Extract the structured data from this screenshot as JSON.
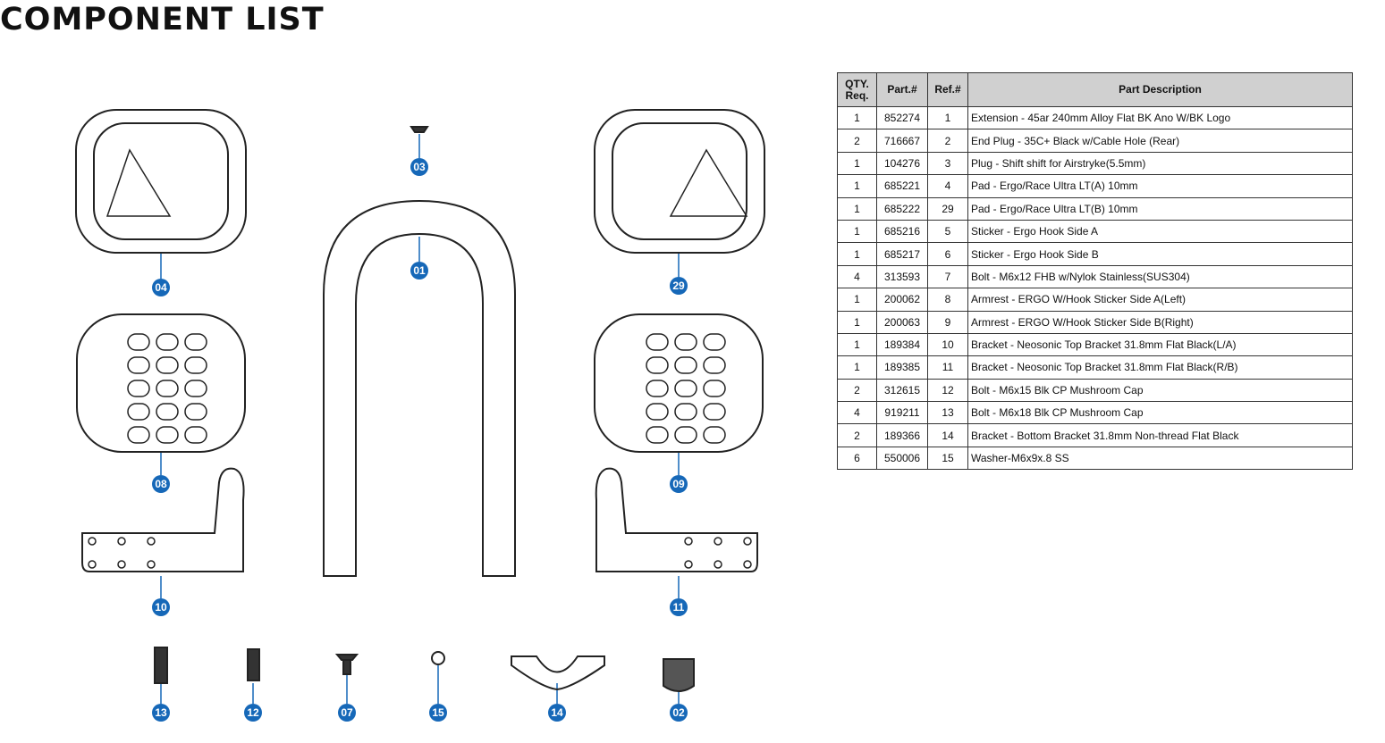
{
  "title": "COMPONENT LIST",
  "callouts": [
    "03",
    "01",
    "04",
    "29",
    "08",
    "09",
    "10",
    "11",
    "13",
    "12",
    "07",
    "15",
    "14",
    "02"
  ],
  "table": {
    "headers": {
      "qty_line1": "QTY.",
      "qty_line2": "Req.",
      "part": "Part.#",
      "ref": "Ref.#",
      "desc": "Part Description"
    },
    "rows": [
      {
        "qty": "1",
        "part": "852274",
        "ref": "1",
        "desc": "Extension - 45ar 240mm Alloy Flat BK Ano W/BK Logo"
      },
      {
        "qty": "2",
        "part": "716667",
        "ref": "2",
        "desc": "End Plug - 35C+ Black w/Cable Hole (Rear)"
      },
      {
        "qty": "1",
        "part": "104276",
        "ref": "3",
        "desc": "Plug - Shift shift for Airstryke(5.5mm)"
      },
      {
        "qty": "1",
        "part": "685221",
        "ref": "4",
        "desc": "Pad - Ergo/Race Ultra LT(A) 10mm"
      },
      {
        "qty": "1",
        "part": "685222",
        "ref": "29",
        "desc": "Pad - Ergo/Race Ultra LT(B) 10mm"
      },
      {
        "qty": "1",
        "part": "685216",
        "ref": "5",
        "desc": "Sticker - Ergo Hook Side A"
      },
      {
        "qty": "1",
        "part": "685217",
        "ref": "6",
        "desc": "Sticker - Ergo Hook Side B"
      },
      {
        "qty": "4",
        "part": "313593",
        "ref": "7",
        "desc": "Bolt - M6x12 FHB w/Nylok Stainless(SUS304)"
      },
      {
        "qty": "1",
        "part": "200062",
        "ref": "8",
        "desc": "Armrest - ERGO W/Hook Sticker Side A(Left)"
      },
      {
        "qty": "1",
        "part": "200063",
        "ref": "9",
        "desc": "Armrest - ERGO W/Hook Sticker Side B(Right)"
      },
      {
        "qty": "1",
        "part": "189384",
        "ref": "10",
        "desc": "Bracket - Neosonic Top Bracket 31.8mm Flat Black(L/A)"
      },
      {
        "qty": "1",
        "part": "189385",
        "ref": "11",
        "desc": "Bracket - Neosonic Top Bracket 31.8mm Flat Black(R/B)"
      },
      {
        "qty": "2",
        "part": "312615",
        "ref": "12",
        "desc": "Bolt - M6x15 Blk CP Mushroom Cap"
      },
      {
        "qty": "4",
        "part": "919211",
        "ref": "13",
        "desc": "Bolt - M6x18 Blk CP Mushroom Cap"
      },
      {
        "qty": "2",
        "part": "189366",
        "ref": "14",
        "desc": "Bracket - Bottom Bracket 31.8mm Non-thread Flat Black"
      },
      {
        "qty": "6",
        "part": "550006",
        "ref": "15",
        "desc": "Washer-M6x9x.8 SS"
      }
    ]
  }
}
